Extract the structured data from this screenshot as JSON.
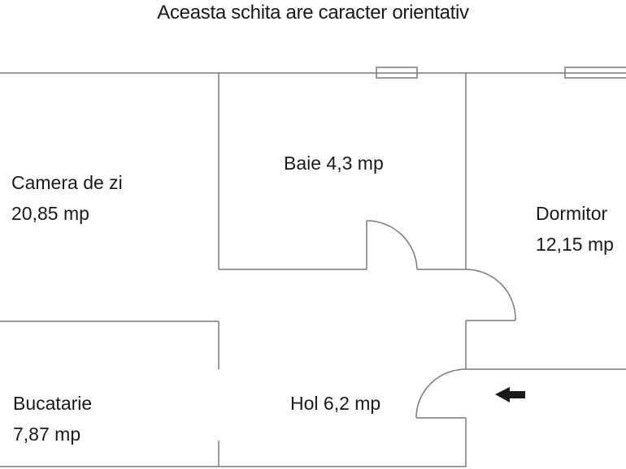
{
  "title": "Aceasta schita are caracter orientativ",
  "rooms": [
    {
      "id": "camera-de-zi",
      "name": "Camera de zi",
      "area": "20,85 mp"
    },
    {
      "id": "baie",
      "name": "Baie 4,3 mp"
    },
    {
      "id": "dormitor",
      "name": "Dormitor",
      "area": "12,15 mp"
    },
    {
      "id": "bucatarie",
      "name": "Bucatarie",
      "area": "7,87 mp"
    },
    {
      "id": "hol",
      "name": "Hol 6,2 mp"
    }
  ],
  "symbols": {
    "entrance_arrow": "arrow-left-icon",
    "windows": 2,
    "doors": 3
  },
  "colors": {
    "wall": "#7a7a7a",
    "text": "#1a1a1a",
    "arrow": "#1a1a1a",
    "background": "#ffffff"
  }
}
